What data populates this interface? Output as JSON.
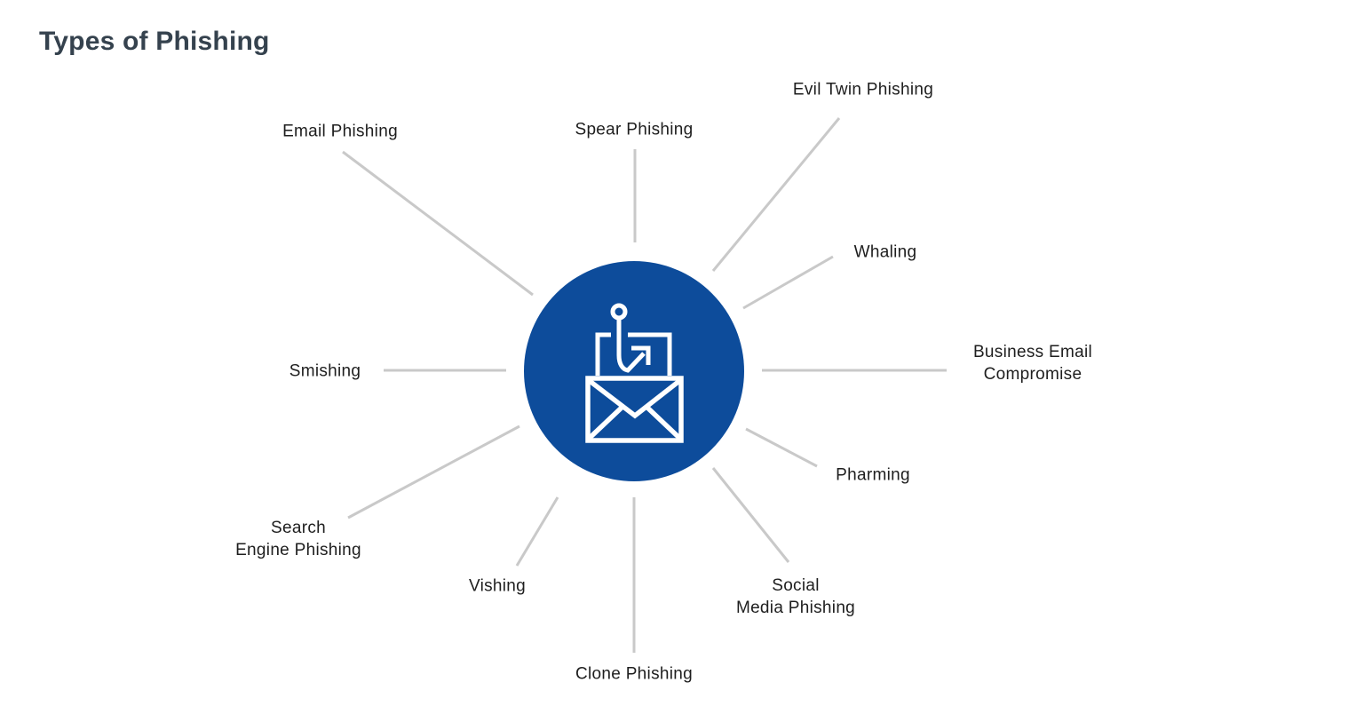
{
  "title": "Types of Phishing",
  "colors": {
    "circle": "#0d4c9b",
    "line": "#c9c9c9",
    "title": "#35424e",
    "label": "#1e1e1e",
    "icon": "#ffffff",
    "bg": "#ffffff"
  },
  "center_icon": "phishing-hook-email-icon",
  "nodes": [
    {
      "id": "email-phishing",
      "label": "Email Phishing"
    },
    {
      "id": "spear-phishing",
      "label": "Spear Phishing"
    },
    {
      "id": "evil-twin-phishing",
      "label": "Evil Twin Phishing"
    },
    {
      "id": "whaling",
      "label": "Whaling"
    },
    {
      "id": "business-email-compromise",
      "label": "Business Email\nCompromise"
    },
    {
      "id": "pharming",
      "label": "Pharming"
    },
    {
      "id": "social-media-phishing",
      "label": "Social\nMedia Phishing"
    },
    {
      "id": "clone-phishing",
      "label": "Clone Phishing"
    },
    {
      "id": "vishing",
      "label": "Vishing"
    },
    {
      "id": "search-engine-phishing",
      "label": "Search\nEngine Phishing"
    },
    {
      "id": "smishing",
      "label": "Smishing"
    }
  ]
}
